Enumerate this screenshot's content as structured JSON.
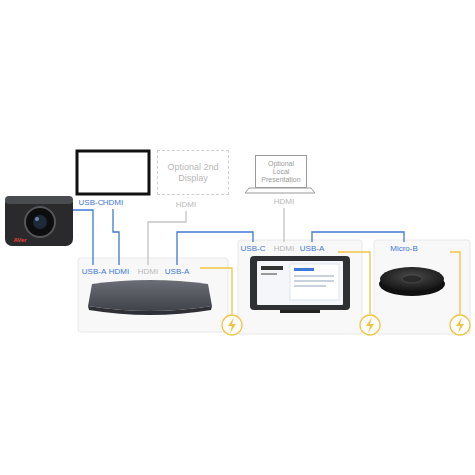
{
  "diagram": {
    "nodes": [
      {
        "text": [
          "Optional 2nd Display"
        ]
      },
      {
        "text": [
          "Optional Local Presentation"
        ]
      }
    ],
    "labels": [
      "USB-C",
      "HDMI",
      "HDMI",
      "HDMI",
      "USB-A",
      "HDMI",
      "HDMI",
      "USB-A",
      "USB-C",
      "HDMI",
      "USB-A",
      "Micro-B",
      "AVer"
    ]
  }
}
